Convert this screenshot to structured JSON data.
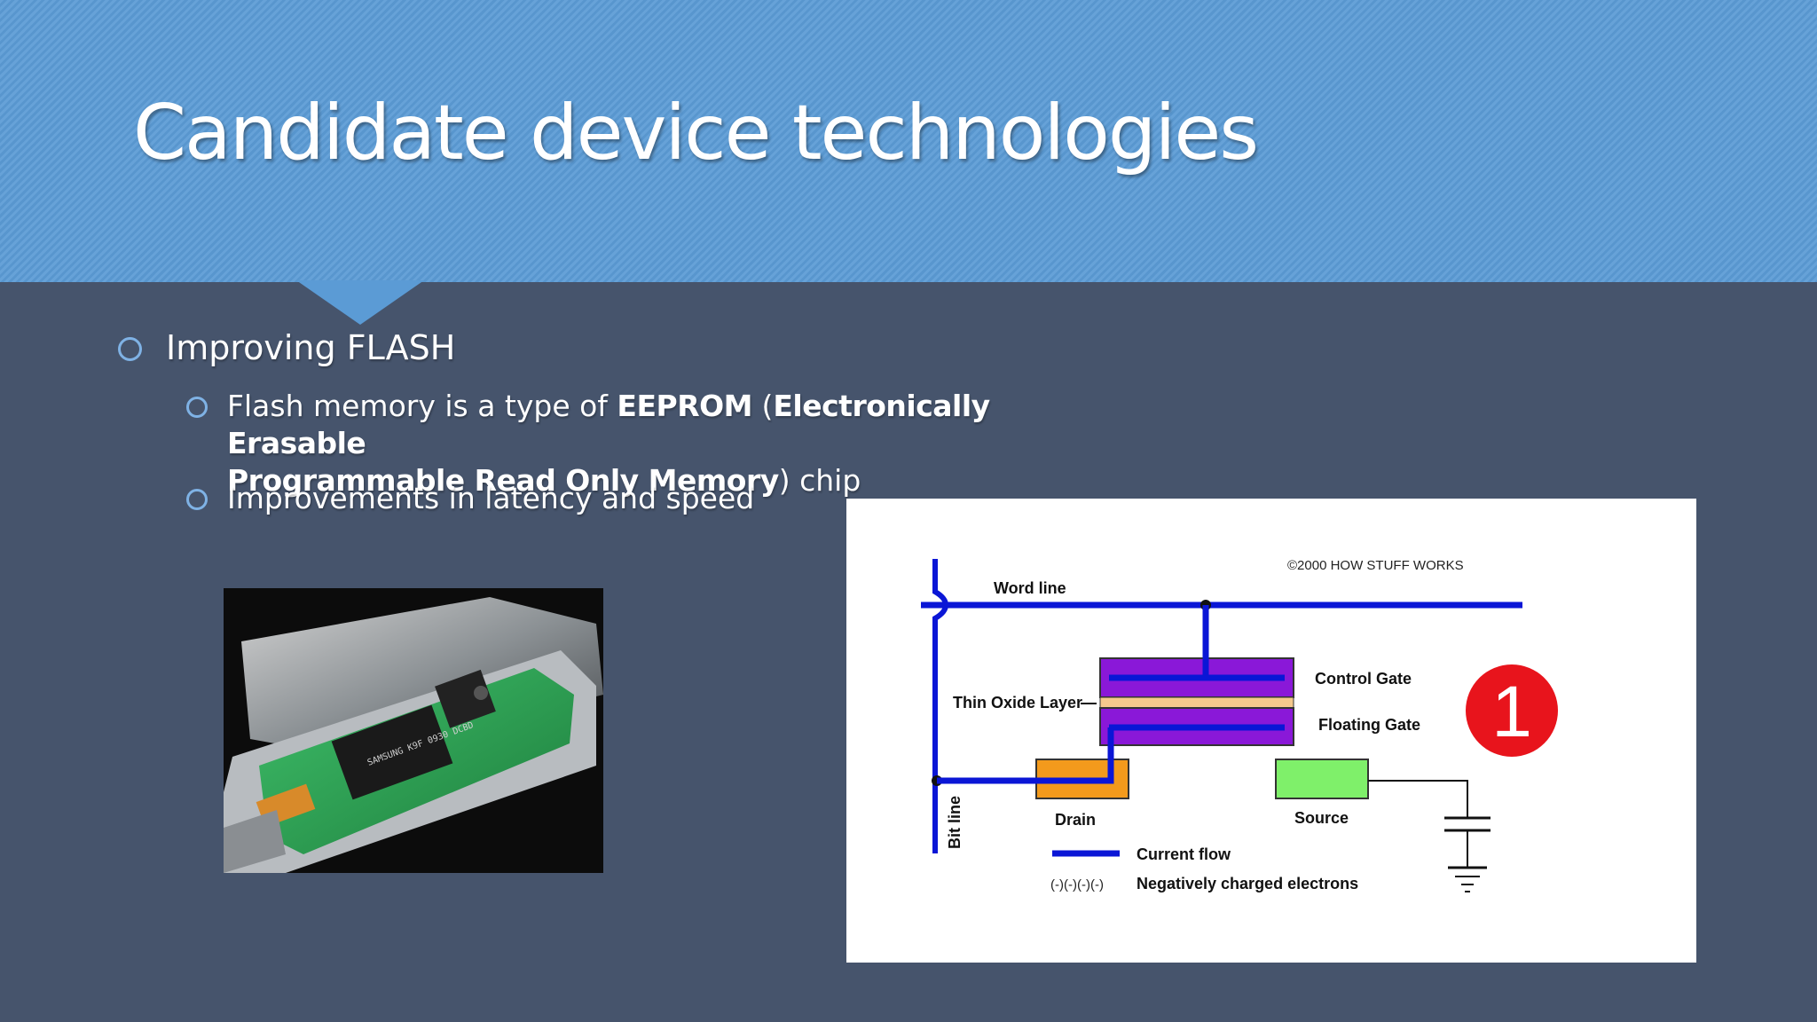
{
  "slide": {
    "title": "Candidate device technologies",
    "bullets": {
      "level1": "Improving FLASH",
      "flash_prefix": "Flash memory is a type of ",
      "flash_eeprom": "EEPROM",
      "flash_open_paren": " (",
      "flash_expansion_line1": "Electronically Erasable",
      "flash_expansion_line2": "Programmable Read Only Memory",
      "flash_suffix": ") chip",
      "latency": "Improvements in latency and speed"
    }
  },
  "photo": {
    "chip_text": "SAMSUNG K9F 0930 DCBD"
  },
  "diagram": {
    "copyright": "©2000 HOW STUFF WORKS",
    "word_line": "Word line",
    "bit_line": "Bit line",
    "thin_oxide_layer": "Thin Oxide Layer",
    "control_gate": "Control Gate",
    "floating_gate": "Floating Gate",
    "drain": "Drain",
    "source": "Source",
    "legend_current": "Current flow",
    "legend_electrons_symbol": "(-)(-)(-)(-)",
    "legend_electrons": "Negatively charged electrons",
    "step_number": "1"
  },
  "colors": {
    "header_blue": "#5b9bd5",
    "body_bg": "#46546c",
    "bullet_ring": "#7fb2e5",
    "wire_blue": "#0a16d6",
    "gate_purple": "#8a18d8",
    "oxide_peach": "#f5c98d",
    "drain_orange": "#f39a1c",
    "source_green": "#7ff06a",
    "step_red": "#e8141c"
  }
}
